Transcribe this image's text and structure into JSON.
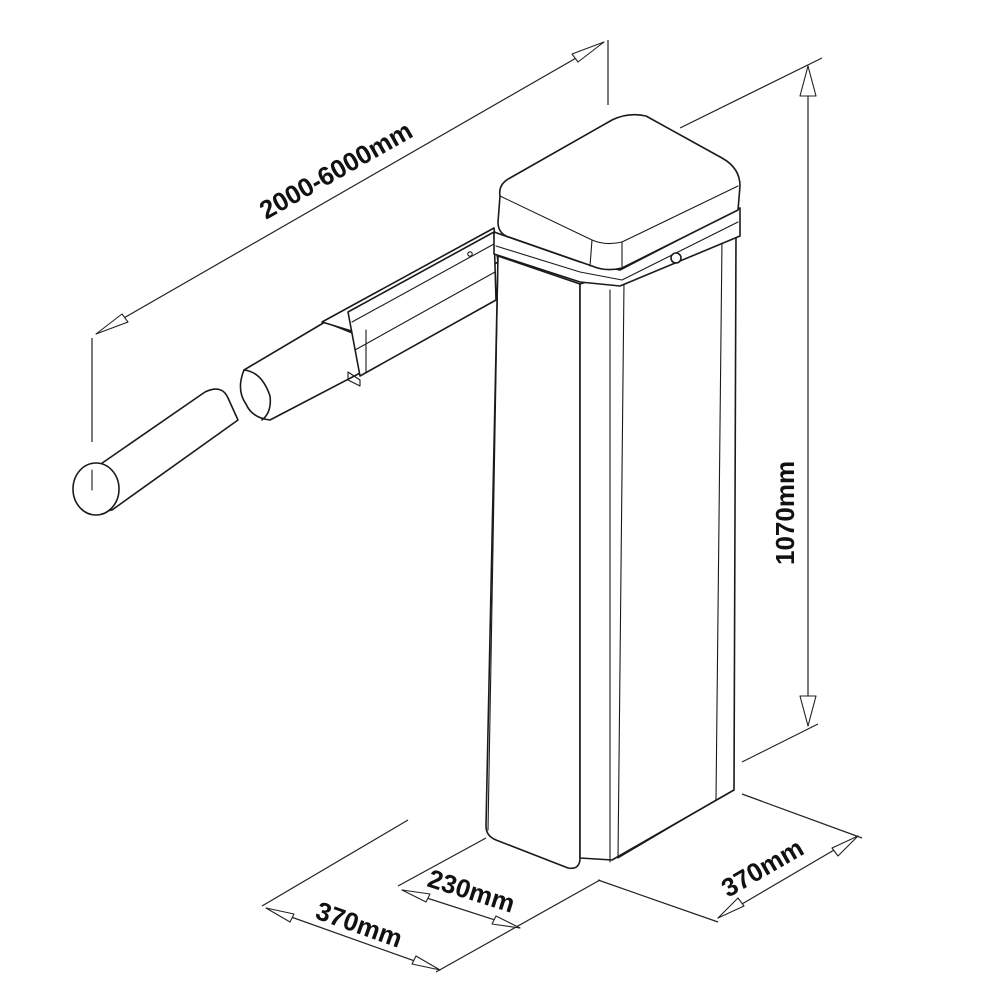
{
  "diagram": {
    "dimensions": {
      "arm_length": "2000-6000mm",
      "height": "1070mm",
      "front_width": "370mm",
      "boom_offset": "230mm",
      "side_depth": "370mm"
    }
  }
}
